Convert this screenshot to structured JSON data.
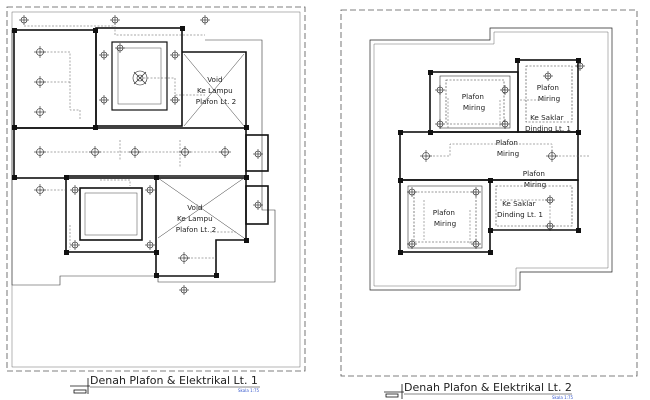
{
  "sheet_1": {
    "title": "Denah Plafon & Elektrikal Lt. 1",
    "scale": "Skala 1:75",
    "labels": [
      {
        "id": "void-top",
        "lines": [
          "Void",
          "Ke Lampu",
          "Plafon Lt. 2"
        ]
      },
      {
        "id": "void-bottom",
        "lines": [
          "Void",
          "Ke Lampu",
          "Plafon Lt. 2"
        ]
      }
    ]
  },
  "sheet_2": {
    "title": "Denah Plafon & Elektrikal Lt. 2",
    "scale": "Skala 1:75",
    "labels": [
      {
        "id": "plafon-miring-top-left",
        "lines": [
          "Plafon",
          "Miring"
        ]
      },
      {
        "id": "plafon-miring-top-right",
        "lines": [
          "Plafon",
          "Miring"
        ]
      },
      {
        "id": "saklar-top",
        "lines": [
          "Ke Saklar",
          "Dinding Lt. 1"
        ]
      },
      {
        "id": "plafon-miring-center",
        "lines": [
          "Plafon",
          "Miring"
        ]
      },
      {
        "id": "plafon-miring-right",
        "lines": [
          "Plafon",
          "Miring"
        ]
      },
      {
        "id": "saklar-bottom",
        "lines": [
          "Ke Saklar",
          "Dinding Lt. 1"
        ]
      },
      {
        "id": "plafon-miring-bottom-left",
        "lines": [
          "Plafon",
          "Miring"
        ]
      }
    ]
  },
  "colors": {
    "line": "#1a1a1a",
    "dashed": "#555555",
    "wall": "#111111",
    "scale_text": "#3355cc"
  },
  "symbols": {
    "lamp": "lamp-cross-icon",
    "fan": "ceiling-fan-icon",
    "column": "column-block"
  }
}
